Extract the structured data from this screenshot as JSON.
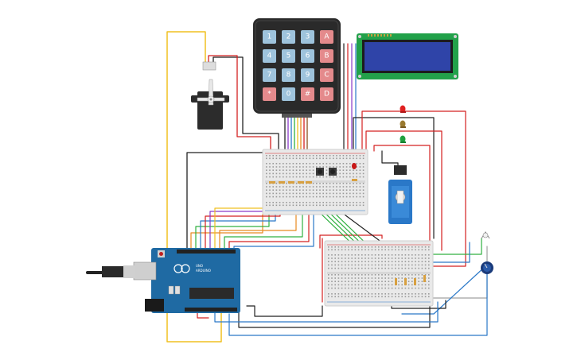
{
  "keypad": {
    "keys": [
      [
        "1",
        "2",
        "3",
        "A"
      ],
      [
        "4",
        "5",
        "6",
        "B"
      ],
      [
        "7",
        "8",
        "9",
        "C"
      ],
      [
        "*",
        "0",
        "#",
        "D"
      ]
    ],
    "digit_color": "#9ec3dc",
    "letter_color": "#e48a8c"
  },
  "arduino": {
    "brand_label": "UNO",
    "text_label": "ARDUINO",
    "board_color": "#1f6aa3"
  },
  "lcd": {
    "screen_color": "#2f44a8",
    "pcb_color": "#22a14a"
  },
  "leds": [
    "#e02020",
    "#d0a030",
    "#20a040"
  ],
  "wire_colors": {
    "red": "#d42020",
    "black": "#222222",
    "yellow": "#f0c020",
    "green": "#30b040",
    "blue": "#2a78c8",
    "orange": "#e88a20",
    "purple": "#8a3ac8",
    "gray": "#a0a0a0"
  }
}
